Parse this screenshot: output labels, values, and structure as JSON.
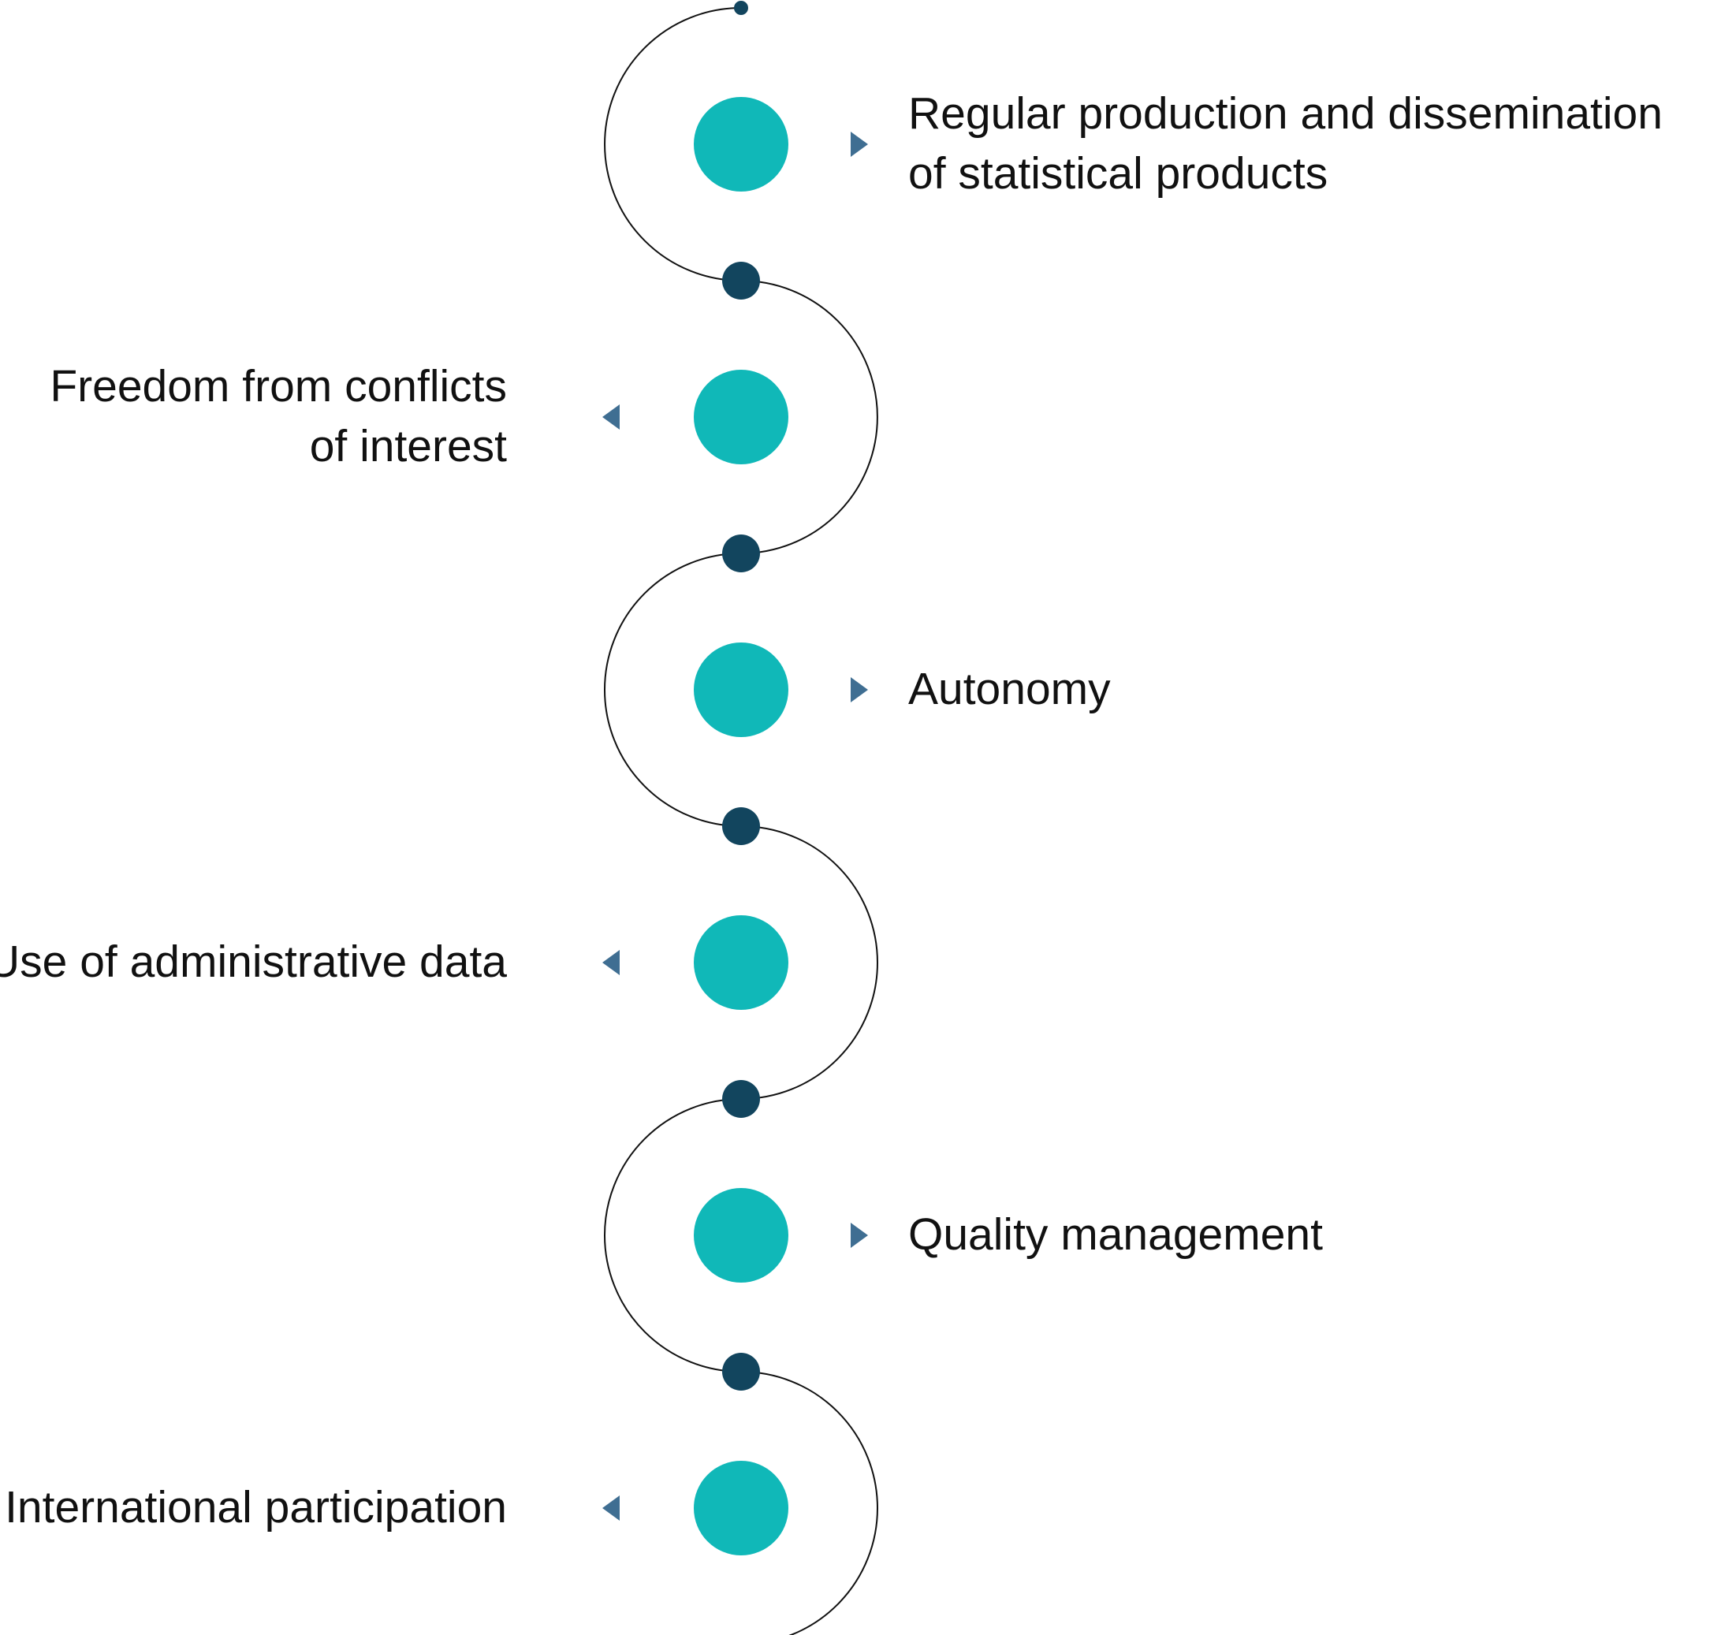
{
  "diagram": {
    "colors": {
      "node": "#10B8B8",
      "connector": "#12455E",
      "arrow": "#3F6E92",
      "line": "#111111",
      "text": "#111111"
    },
    "items": [
      {
        "lines": [
          "Regular production and dissemination",
          "of statistical products"
        ],
        "side": "right"
      },
      {
        "lines": [
          "Freedom from conflicts",
          "of interest"
        ],
        "side": "left"
      },
      {
        "lines": [
          "Autonomy"
        ],
        "side": "right"
      },
      {
        "lines": [
          "Use of administrative data"
        ],
        "side": "left"
      },
      {
        "lines": [
          "Quality management"
        ],
        "side": "right"
      },
      {
        "lines": [
          "International participation"
        ],
        "side": "left"
      }
    ]
  }
}
